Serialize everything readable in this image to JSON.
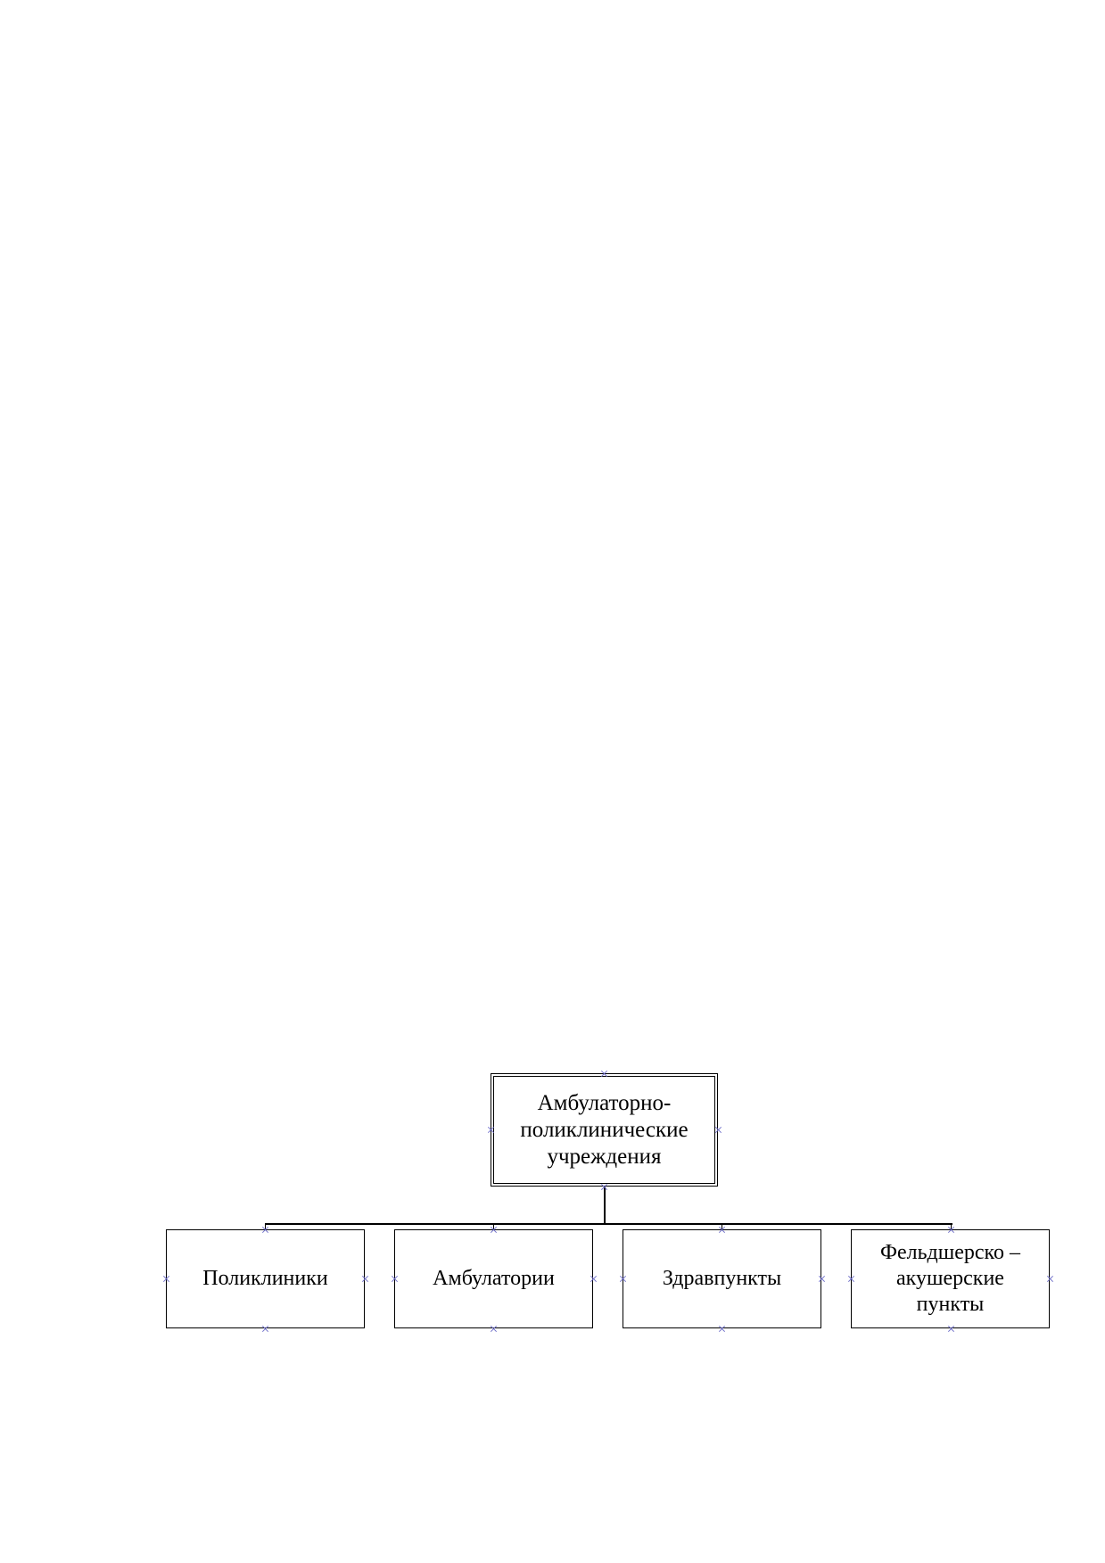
{
  "diagram": {
    "root": {
      "label": "Амбулаторно-\nполиклинические\nучреждения"
    },
    "children": [
      {
        "label": "Поликлиники"
      },
      {
        "label": "Амбулатории"
      },
      {
        "label": "Здравпункты"
      },
      {
        "label": "Фельдшерско –\nакушерские\nпункты"
      }
    ]
  },
  "colors": {
    "line": "#000000",
    "handle": "#6f6fc8"
  }
}
